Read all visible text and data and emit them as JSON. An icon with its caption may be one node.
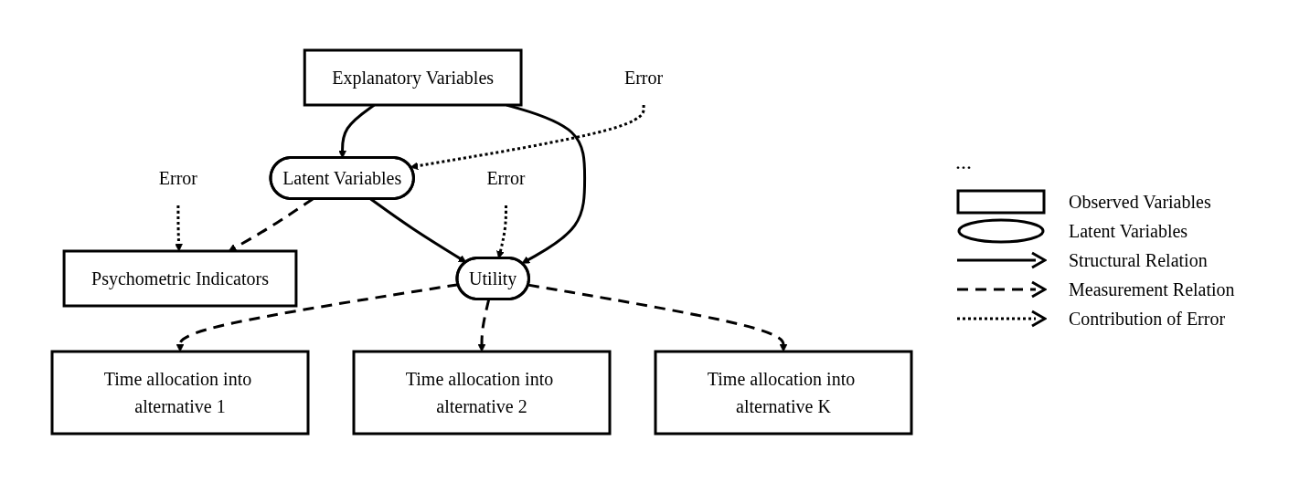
{
  "diagram": {
    "nodes": [
      {
        "text": [
          "Explanatory Variables"
        ]
      },
      {
        "text": [
          "Error"
        ]
      },
      {
        "text": [
          "Latent Variables"
        ]
      },
      {
        "text": [
          "Error"
        ]
      },
      {
        "text": [
          "Psychometric Indicators"
        ]
      },
      {
        "text": [
          "Error"
        ]
      },
      {
        "text": [
          "Utility"
        ]
      },
      {
        "text": [
          "Time allocation into alternative 1"
        ]
      },
      {
        "text": [
          "Time allocation into alternative 2"
        ]
      },
      {
        "text": [
          "Time allocation into alternative K"
        ]
      }
    ],
    "edges": [
      {
        "from": 0,
        "to": 2,
        "arrow": "to"
      },
      {
        "from": 1,
        "to": 2,
        "arrow": "to",
        "style": "dashed"
      },
      {
        "from": 3,
        "to": 4,
        "arrow": "to",
        "style": "dashed"
      },
      {
        "from": 0,
        "to": 6,
        "arrow": "to"
      },
      {
        "from": 2,
        "to": 4,
        "arrow": "to",
        "style": "dashed"
      },
      {
        "from": 5,
        "to": 6,
        "arrow": "to",
        "style": "dashed"
      },
      {
        "from": 2,
        "to": 6,
        "arrow": "to"
      },
      {
        "from": 6,
        "to": 7,
        "arrow": "to",
        "style": "dashed"
      },
      {
        "from": 6,
        "to": 8,
        "arrow": "to",
        "style": "dashed"
      },
      {
        "from": 6,
        "to": 9,
        "arrow": "to",
        "style": "dashed"
      }
    ],
    "labels": [
      "..."
    ],
    "legend": [
      {
        "text": "Observed Variables"
      },
      {
        "text": "Latent Variables"
      },
      {
        "text": "Structural Relation"
      },
      {
        "text": "Measurement Relation"
      },
      {
        "text": "Contribution of Error"
      }
    ]
  }
}
